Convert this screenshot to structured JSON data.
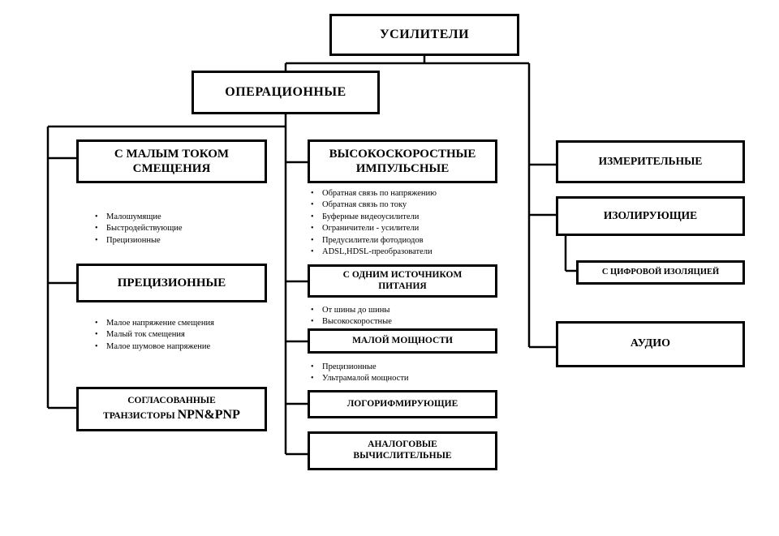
{
  "nodes": {
    "root": {
      "label": "УСИЛИТЕЛИ"
    },
    "operational": {
      "label": "ОПЕРАЦИОННЫЕ"
    },
    "low_bias": {
      "line1": "С МАЛЫМ ТОКОМ",
      "line2": "СМЕЩЕНИЯ"
    },
    "precision": {
      "label": "ПРЕЦИЗИОННЫЕ"
    },
    "matched": {
      "line1": "СОГЛАСОВАННЫЕ",
      "line2_prefix": "ТРАНЗИСТОРЫ ",
      "line2_emph": "NPN&PNP"
    },
    "high_speed": {
      "line1": "ВЫСОКОСКОРОСТНЫЕ",
      "line2": "ИМПУЛЬСНЫЕ"
    },
    "single_supply": {
      "line1": "С ОДНИМ ИСТОЧНИКОМ",
      "line2": "ПИТАНИЯ"
    },
    "low_power": {
      "label": "МАЛОЙ МОЩНОСТИ"
    },
    "log": {
      "label": "ЛОГОРИФМИРУЮЩИЕ"
    },
    "analog": {
      "line1": "АНАЛОГОВЫЕ",
      "line2": "ВЫЧИСЛИТЕЛЬНЫЕ"
    },
    "measuring": {
      "label": "ИЗМЕРИТЕЛЬНЫЕ"
    },
    "isolating": {
      "label": "ИЗОЛИРУЮЩИЕ"
    },
    "digital_iso": {
      "label": "С ЦИФРОВОЙ ИЗОЛЯЦИЕЙ"
    },
    "audio": {
      "label": "АУДИО"
    }
  },
  "bullets": {
    "low_bias": [
      "Малошумящие",
      "Быстродействующие",
      "Прецизионные"
    ],
    "precision": [
      "Малое напряжение смещения",
      "Малый ток смещения",
      "Малое шумовое напряжение"
    ],
    "high_speed": [
      "Обратная связь по напряжению",
      "Обратная связь по току",
      "Буферные видеоусилители",
      "Ограничители - усилители",
      "Предусилители фотодиодов",
      "ADSL,HDSL-преобразователи"
    ],
    "single_supply": [
      "От шины до шины",
      "Высокоскоростные"
    ],
    "low_power": [
      "Прецизионные",
      "Ультрамалой мощности"
    ]
  },
  "colors": {
    "line": "#000000",
    "box_border": "#000000",
    "background": "#ffffff"
  }
}
